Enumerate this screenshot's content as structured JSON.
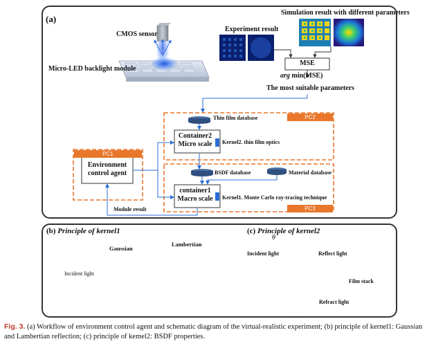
{
  "panel_a": {
    "label": "(a)",
    "cmos": "CMOS sensor",
    "backlight": "Micro-LED backlight module",
    "experiment": "Experiment result",
    "simulation": "Simulation result with different parameters",
    "mse": "MSE",
    "argmin_prefix": "arg",
    "argmin_rest": " min(MSE)",
    "suitable": "The most suitable parameters",
    "thin_film_db": "Thin film database",
    "pc2": "PC2",
    "container2": [
      "Container2",
      "Micro scale"
    ],
    "kernel2": "Kernel2. thin film optics",
    "pc1": "PC1",
    "agent": [
      "Environment",
      "control agent"
    ],
    "bsdf_db": "BSDF database",
    "material_db": "Material database",
    "container1": [
      "container1",
      "Macro scale"
    ],
    "kernel1": "Kernel1. Monte Carlo ray-tracing technique",
    "module_result": "Module result",
    "pc3": "PC3"
  },
  "panel_b": {
    "label": "(b)",
    "title": "Principle of kernel1",
    "gaussian": "Gaussian",
    "lambertian": "Lambertian",
    "incident": "Incident light"
  },
  "panel_c": {
    "label": "(c)",
    "title": "Principle of kernel2",
    "theta": "θ",
    "incident": "Incident light",
    "reflect": "Reflect light",
    "film": "Film stack",
    "refract": "Refract light"
  },
  "caption": {
    "fig": "Fig. 3.",
    "text": "   (a) Workflow of environment control agent and schematic diagram of the virtual-realistic experiment; (b) principle of kernel1: Gaussian and Lambertian reflection; (c) principle of kemel2: BSDF properties."
  },
  "colors": {
    "orange": "#e8762b",
    "blue": "#2b6cd6",
    "db": "#2f4f7f",
    "glow": "#3a78f0"
  }
}
